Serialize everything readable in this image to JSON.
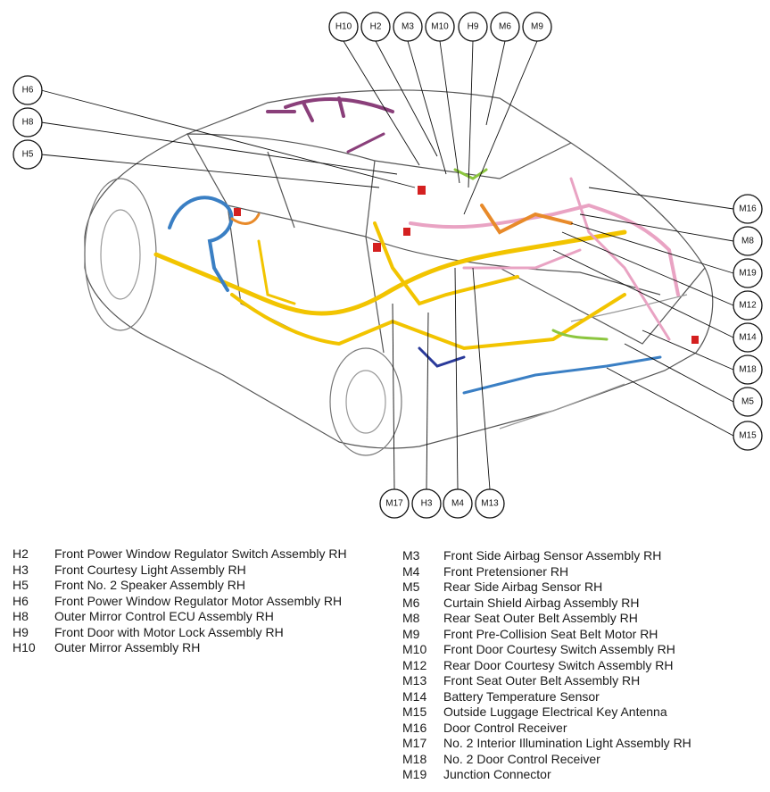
{
  "callouts": [
    {
      "id": "H10",
      "label": "H10"
    },
    {
      "id": "H2",
      "label": "H2"
    },
    {
      "id": "M3",
      "label": "M3"
    },
    {
      "id": "M10",
      "label": "M10"
    },
    {
      "id": "H9",
      "label": "H9"
    },
    {
      "id": "M6",
      "label": "M6"
    },
    {
      "id": "M9",
      "label": "M9"
    },
    {
      "id": "H6",
      "label": "H6"
    },
    {
      "id": "H8",
      "label": "H8"
    },
    {
      "id": "H5",
      "label": "H5"
    },
    {
      "id": "M16",
      "label": "M16"
    },
    {
      "id": "M8",
      "label": "M8"
    },
    {
      "id": "M19",
      "label": "M19"
    },
    {
      "id": "M12",
      "label": "M12"
    },
    {
      "id": "M14",
      "label": "M14"
    },
    {
      "id": "M18",
      "label": "M18"
    },
    {
      "id": "M5",
      "label": "M5"
    },
    {
      "id": "M15",
      "label": "M15"
    },
    {
      "id": "M17",
      "label": "M17"
    },
    {
      "id": "H3",
      "label": "H3"
    },
    {
      "id": "M4",
      "label": "M4"
    },
    {
      "id": "M13",
      "label": "M13"
    }
  ],
  "legend_left": [
    {
      "code": "H2",
      "desc": "Front Power Window Regulator Switch Assembly RH"
    },
    {
      "code": "H3",
      "desc": "Front Courtesy Light Assembly RH"
    },
    {
      "code": "H5",
      "desc": "Front No. 2 Speaker Assembly RH"
    },
    {
      "code": "H6",
      "desc": "Front Power Window Regulator Motor Assembly RH"
    },
    {
      "code": "H8",
      "desc": "Outer Mirror Control ECU Assembly RH"
    },
    {
      "code": "H9",
      "desc": "Front Door with Motor Lock Assembly RH"
    },
    {
      "code": "H10",
      "desc": "Outer Mirror Assembly RH"
    }
  ],
  "legend_right": [
    {
      "code": "M3",
      "desc": "Front Side Airbag Sensor Assembly RH"
    },
    {
      "code": "M4",
      "desc": "Front Pretensioner RH"
    },
    {
      "code": "M5",
      "desc": "Rear Side Airbag Sensor RH"
    },
    {
      "code": "M6",
      "desc": "Curtain Shield Airbag Assembly RH"
    },
    {
      "code": "M8",
      "desc": "Rear Seat Outer Belt Assembly RH"
    },
    {
      "code": "M9",
      "desc": "Front Pre-Collision Seat Belt Motor RH"
    },
    {
      "code": "M10",
      "desc": "Front Door Courtesy Switch Assembly RH"
    },
    {
      "code": "M12",
      "desc": "Rear Door Courtesy Switch Assembly RH"
    },
    {
      "code": "M13",
      "desc": "Front Seat Outer Belt Assembly RH"
    },
    {
      "code": "M14",
      "desc": "Battery Temperature Sensor"
    },
    {
      "code": "M15",
      "desc": "Outside Luggage Electrical Key Antenna"
    },
    {
      "code": "M16",
      "desc": "Door Control Receiver"
    },
    {
      "code": "M17",
      "desc": "No. 2 Interior Illumination Light Assembly RH"
    },
    {
      "code": "M18",
      "desc": "No. 2 Door Control Receiver"
    },
    {
      "code": "M19",
      "desc": "Junction Connector"
    }
  ],
  "colors": {
    "harness_yellow": "#f2c400",
    "harness_pink": "#e9a3c3",
    "harness_blue": "#3a7fc4",
    "harness_purple": "#8a3f7a",
    "harness_orange": "#e88a2a",
    "harness_red": "#d42020",
    "harness_green": "#8cc63f",
    "harness_navy": "#2a3a9a"
  }
}
